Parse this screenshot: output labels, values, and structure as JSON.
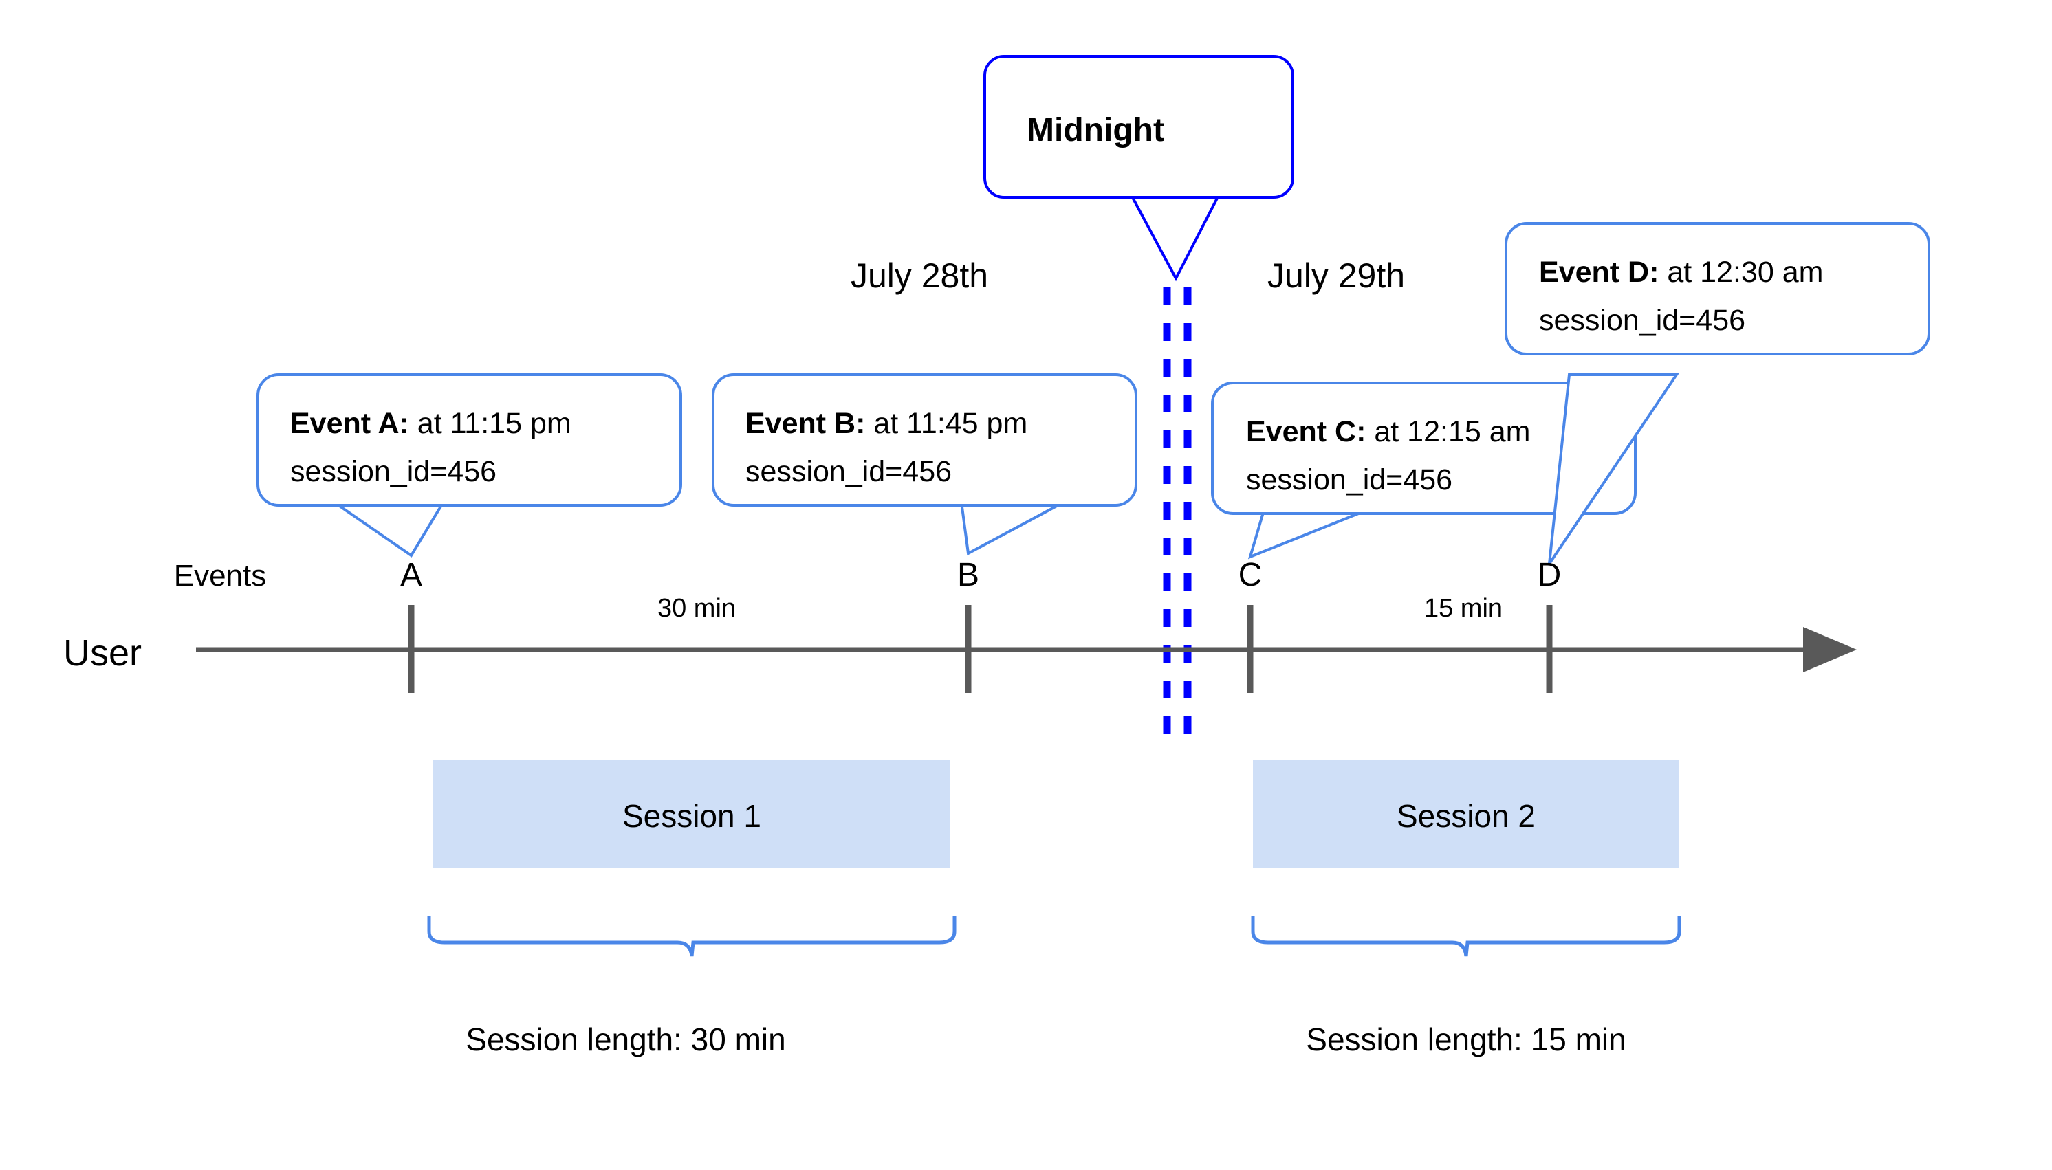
{
  "diagram": {
    "title_callout": {
      "label": "Midnight"
    },
    "dates": [
      {
        "label": "July 28th"
      },
      {
        "label": "July 29th"
      }
    ],
    "lanes": {
      "events_label": "Events",
      "user_label": "User"
    },
    "events": [
      {
        "letter": "A",
        "lead": "Event A:",
        "detail": " at 11:15 pm",
        "session_line": "session_id=456"
      },
      {
        "letter": "B",
        "lead": "Event B:",
        "detail": " at 11:45 pm",
        "session_line": "session_id=456"
      },
      {
        "letter": "C",
        "lead": "Event C:",
        "detail": " at 12:15 am",
        "session_line": "session_id=456"
      },
      {
        "letter": "D",
        "lead": "Event D:",
        "detail": " at 12:30 am",
        "session_line": "session_id=456"
      }
    ],
    "durations": [
      {
        "label": "30 min"
      },
      {
        "label": "15 min"
      }
    ],
    "sessions": [
      {
        "block_label": "Session 1",
        "length_label": "Session length: 30 min"
      },
      {
        "block_label": "Session 2",
        "length_label": "Session length: 15 min"
      }
    ],
    "colors": {
      "callout_border": "#4a86e8",
      "midnight_border": "#0000ff",
      "session_fill": "#cfdff7",
      "axis": "#595959",
      "text": "#000000",
      "background": "#ffffff"
    }
  }
}
